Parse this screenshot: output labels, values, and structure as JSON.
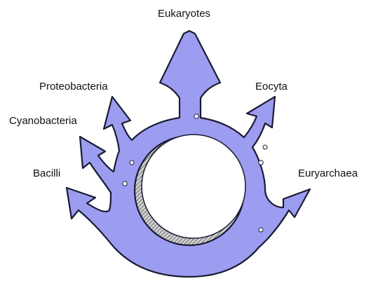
{
  "diagram": {
    "labels": {
      "eukaryotes": "Eukaryotes",
      "proteobacteria": "Proteobacteria",
      "eocyta": "Eocyta",
      "cyanobacteria": "Cyanobacteria",
      "bacilli": "Bacilli",
      "euryarchaea": "Euryarchaea"
    },
    "colors": {
      "body_fill": "#9c9cf0",
      "outline": "#1a1a33",
      "hatch": "#555555",
      "background": "#ffffff"
    }
  }
}
